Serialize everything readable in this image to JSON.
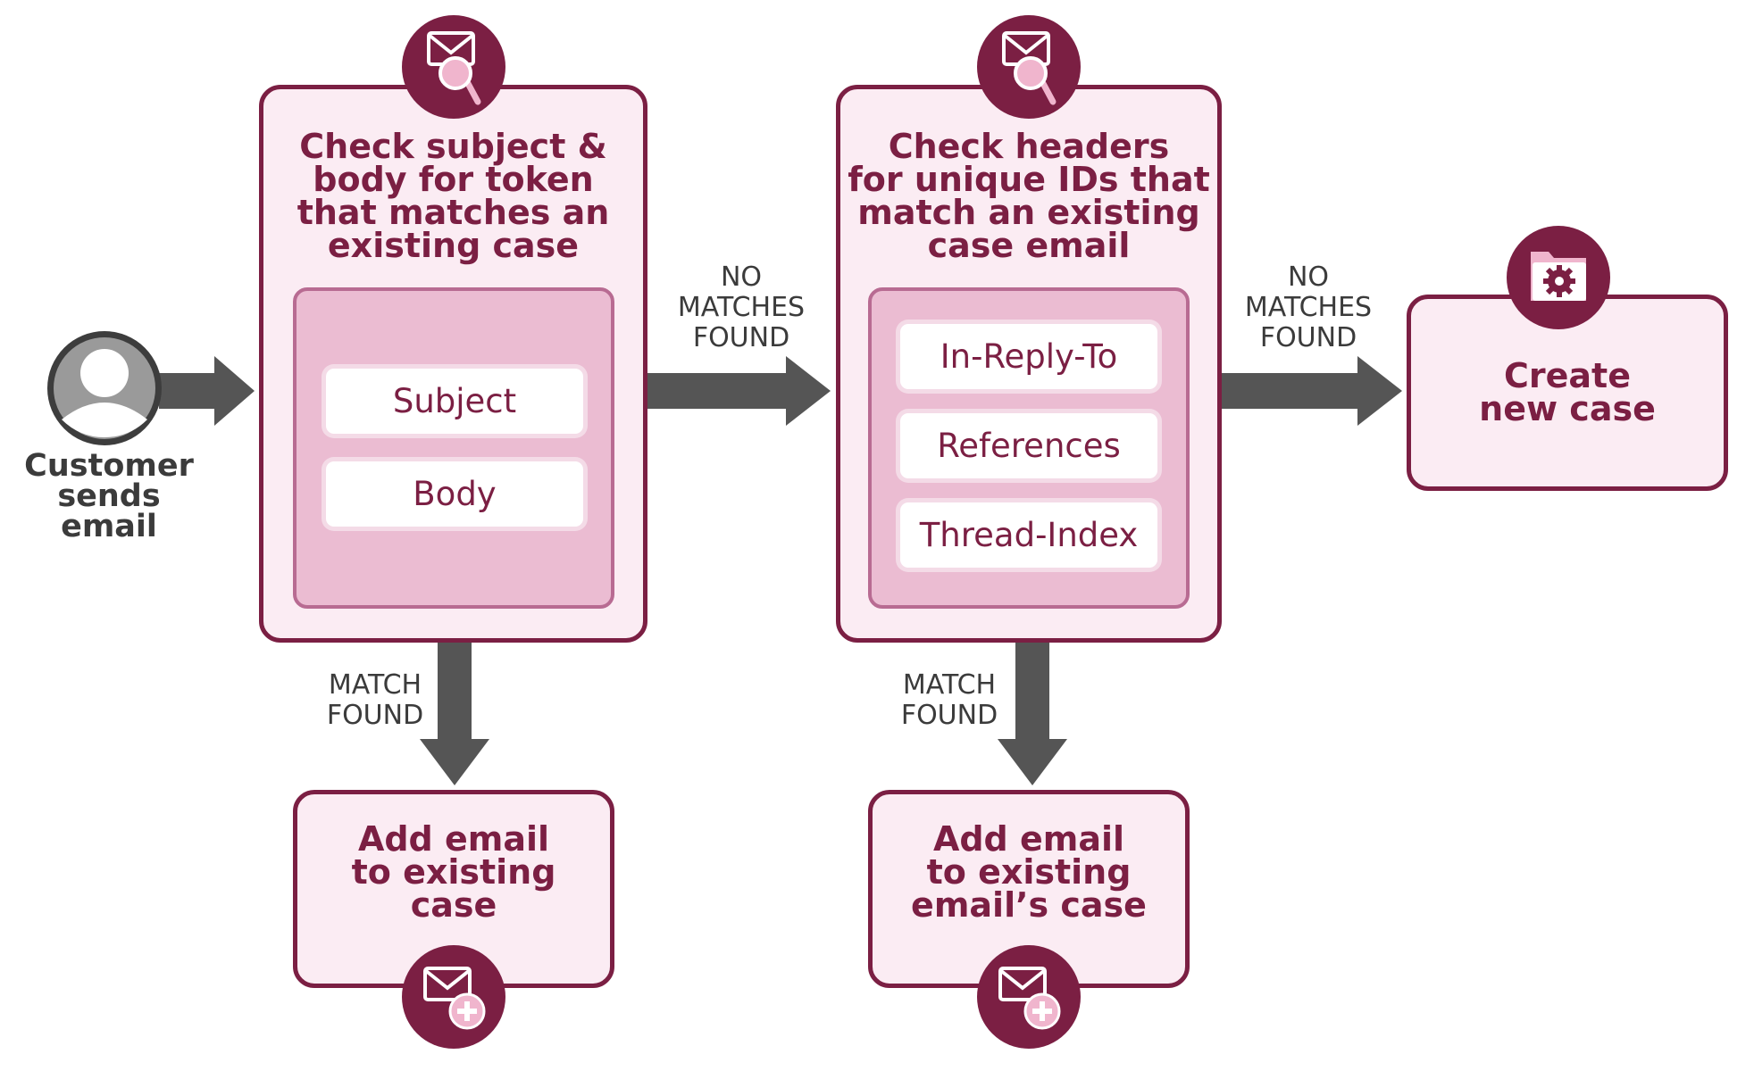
{
  "colors": {
    "accent": "#7b1f43",
    "box_fill": "#fbecf3",
    "inner_fill": "#ebbcd2",
    "arrow": "#555555",
    "icon_pink": "#f0b5cd"
  },
  "customer": {
    "label": "Customer\nsends\nemail",
    "icon": "user-avatar-icon"
  },
  "step1": {
    "title": "Check subject &\nbody for token\nthat matches an\nexisting case",
    "icon": "email-search-icon",
    "fields": [
      "Subject",
      "Body"
    ]
  },
  "step2": {
    "title": "Check headers\nfor unique IDs that\nmatch an existing\ncase email",
    "icon": "email-search-icon",
    "fields": [
      "In-Reply-To",
      "References",
      "Thread-Index"
    ]
  },
  "create_case": {
    "title": "Create\nnew case",
    "icon": "folder-gear-icon"
  },
  "result1": {
    "title": "Add email\nto existing\ncase",
    "icon": "email-add-icon"
  },
  "result2": {
    "title": "Add email\nto existing\nemail’s case",
    "icon": "email-add-icon"
  },
  "edges": {
    "no_match_1": "NO\nMATCHES\nFOUND",
    "no_match_2": "NO\nMATCHES\nFOUND",
    "match_1": "MATCH\nFOUND",
    "match_2": "MATCH\nFOUND"
  }
}
